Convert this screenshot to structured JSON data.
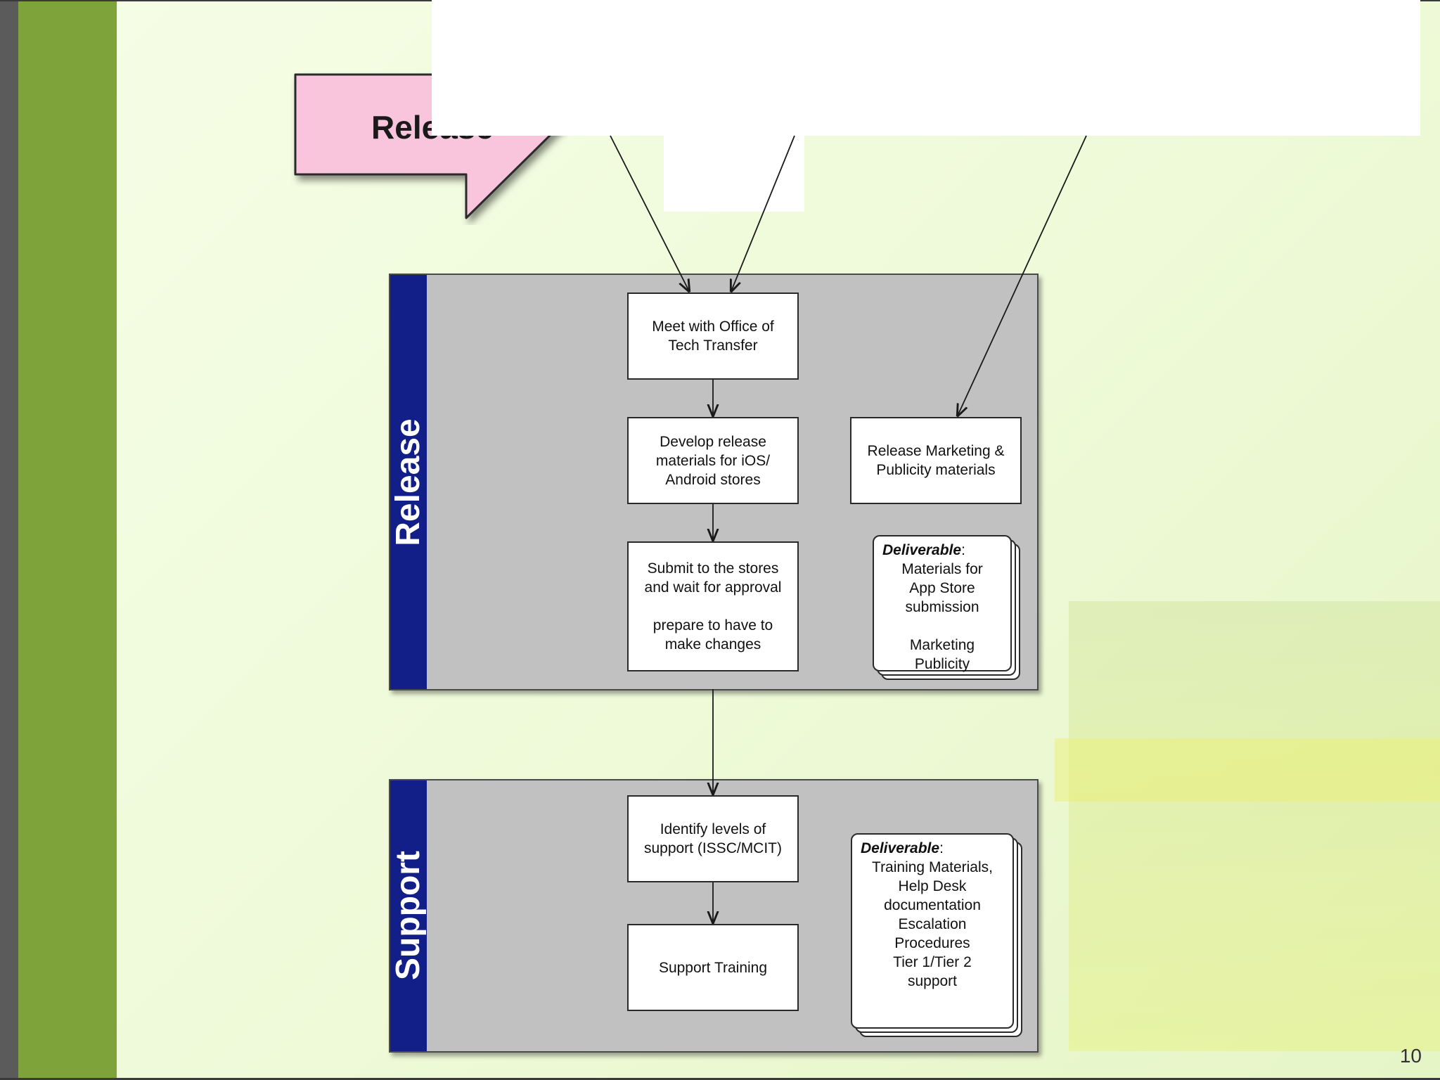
{
  "slide": {
    "page_number": "10"
  },
  "release_arrow": {
    "label": "Release"
  },
  "release_lane": {
    "label": "Release",
    "steps": [
      "Meet with Office of\nTech Transfer",
      "Develop release\nmaterials for iOS/\nAndroid stores",
      "Submit to the stores\nand wait for approval\n\nprepare to have to\nmake changes"
    ],
    "marketing_step": "Release Marketing &\nPublicity materials",
    "deliverable": {
      "heading": "Deliverable",
      "body": "Materials for\nApp Store\nsubmission\n\nMarketing\nPublicity"
    }
  },
  "support_lane": {
    "label": "Support",
    "steps": [
      "Identify levels of\nsupport (ISSC/MCIT)",
      "Support Training"
    ],
    "deliverable": {
      "heading": "Deliverable",
      "body": "Training Materials,\nHelp Desk\ndocumentation\nEscalation\nProcedures\nTier 1/Tier 2\nsupport"
    }
  },
  "colors": {
    "lane_bar": "#121f88",
    "lane_fill": "#c2c1c2",
    "arrow_fill": "#f9c5dc",
    "sidebar_green": "#7ea33a"
  }
}
